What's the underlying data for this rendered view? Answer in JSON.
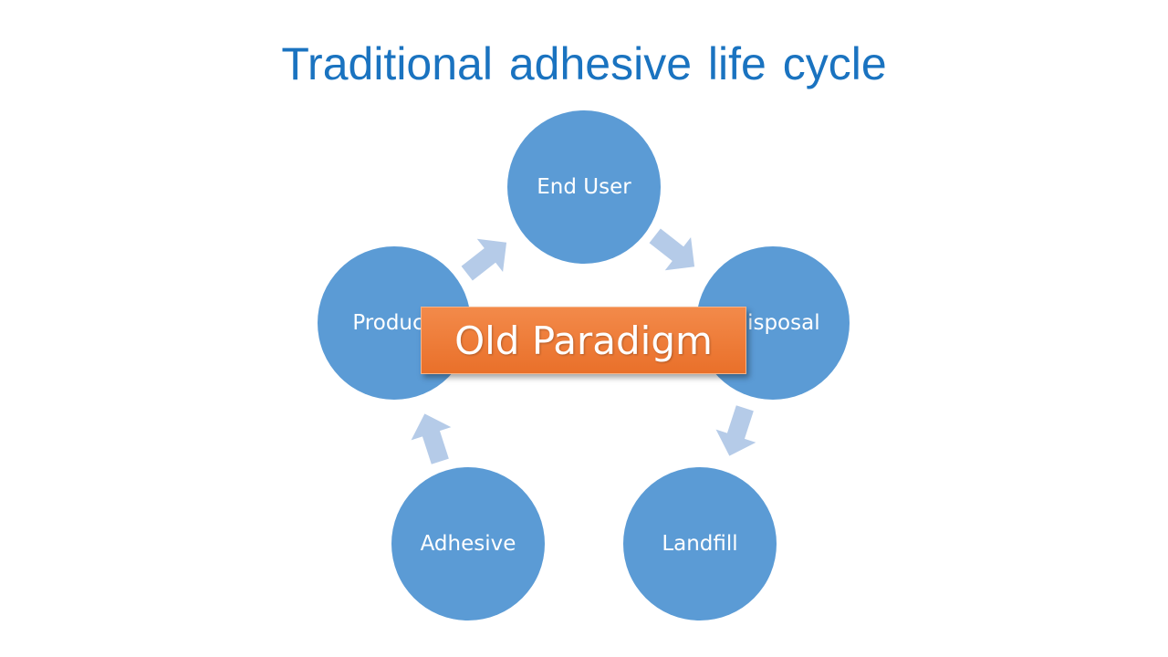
{
  "title": "Traditional adhesive life cycle",
  "colors": {
    "title": "#1a73c0",
    "node_fill": "#5b9bd5",
    "arrow_fill": "#b5cbe8",
    "callout_fill": "#ed7d31"
  },
  "cycle": {
    "nodes": [
      {
        "id": "end-user",
        "label": "End User"
      },
      {
        "id": "disposal",
        "label": "Disposal"
      },
      {
        "id": "landfill",
        "label": "Landfill"
      },
      {
        "id": "adhesive",
        "label": "Adhesive"
      },
      {
        "id": "product",
        "label": "Product"
      }
    ]
  },
  "callout": {
    "label": "Old Paradigm"
  }
}
